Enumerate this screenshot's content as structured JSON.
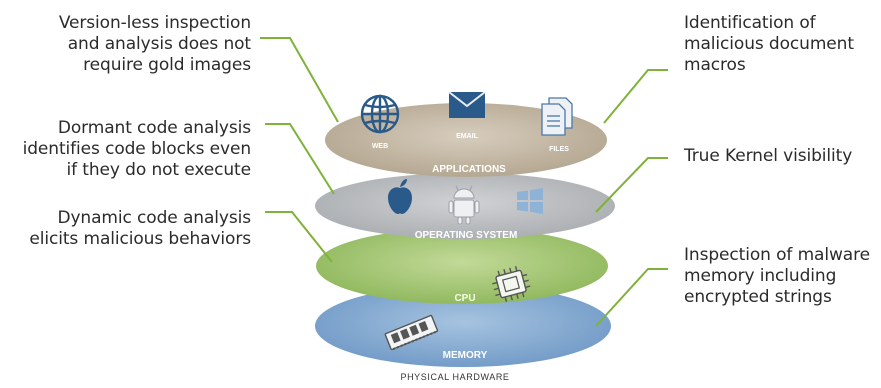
{
  "callouts": {
    "left": [
      {
        "lines": [
          "Version-less inspection",
          "and analysis does not",
          "require gold images"
        ]
      },
      {
        "lines": [
          "Dormant code analysis",
          "identifies code blocks even",
          "if they do not execute"
        ]
      },
      {
        "lines": [
          "Dynamic code analysis",
          "elicits malicious behaviors"
        ]
      }
    ],
    "right": [
      {
        "lines": [
          "Identification of",
          "malicious document",
          "macros"
        ]
      },
      {
        "lines": [
          "True Kernel visibility"
        ]
      },
      {
        "lines": [
          "Inspection of malware",
          "memory including",
          "encrypted strings"
        ]
      }
    ]
  },
  "layers": {
    "applications": {
      "label": "APPLICATIONS",
      "color": "#bfb3a0",
      "icons": [
        {
          "icon": "globe-icon",
          "label": "WEB"
        },
        {
          "icon": "email-icon",
          "label": "EMAIL"
        },
        {
          "icon": "files-icon",
          "label": "FILES"
        }
      ]
    },
    "operating_system": {
      "label": "OPERATING SYSTEM",
      "color": "#b4b7ba",
      "icons": [
        "apple-icon",
        "android-icon",
        "windows-icon"
      ]
    },
    "cpu": {
      "label": "CPU",
      "color": "#9cc06a",
      "icon": "chip-icon"
    },
    "memory": {
      "label": "MEMORY",
      "color": "#7ea6cf",
      "icon": "ram-icon"
    }
  },
  "footer": "PHYSICAL HARDWARE",
  "colors": {
    "leader": "#7fb23a",
    "icon_blue": "#2a5a8a",
    "text": "#2b2b2b"
  }
}
